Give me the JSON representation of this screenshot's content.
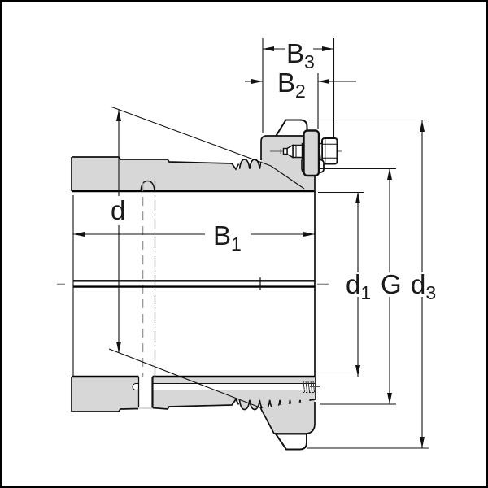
{
  "figure": {
    "type": "technical-drawing",
    "description": "Cross-section drawing of an adapter sleeve with tapered bore, lock nut and retaining bolt, annotated with dimension callouts",
    "colors": {
      "background": "#ffffff",
      "section_fill": "#d7d7d7",
      "outline": "#111111",
      "border": "#000000",
      "centerline": "#666666",
      "hidden_line": "#9a9a9a"
    },
    "dimensions": {
      "B3": {
        "base": "B",
        "sub": "3"
      },
      "B2": {
        "base": "B",
        "sub": "2"
      },
      "B1": {
        "base": "B",
        "sub": "1"
      },
      "d": {
        "base": "d",
        "sub": ""
      },
      "d1": {
        "base": "d",
        "sub": "1"
      },
      "G": {
        "base": "G",
        "sub": ""
      },
      "d3": {
        "base": "d",
        "sub": "3"
      }
    }
  }
}
